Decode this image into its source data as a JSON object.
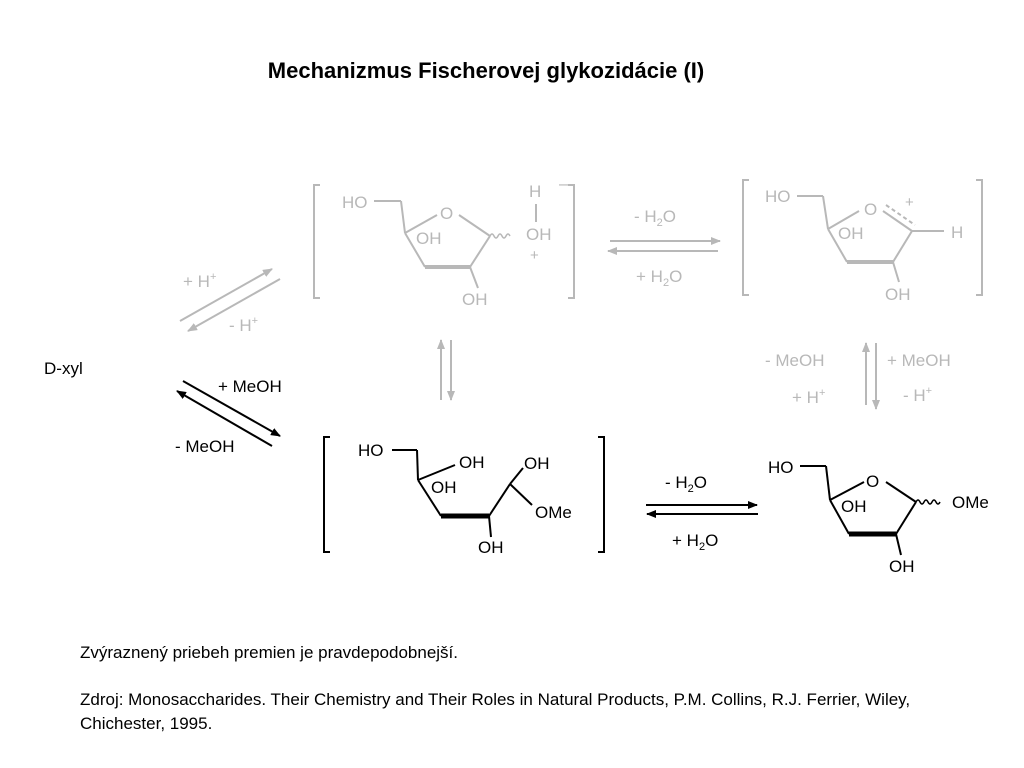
{
  "title": "Mechanizmus Fischerovej glykozidácie (I)",
  "colors": {
    "active": "#000000",
    "faded": "#b8b8b8"
  },
  "start_label": "D-xyl",
  "oxocarbenium_furanose": {
    "hydroxymethyl_label": "HO",
    "ring_o_label": "O",
    "oh_2": "OH",
    "oh_3": "OH",
    "anomeric_h": "H",
    "anomeric_oh": "OH",
    "charge": "+"
  },
  "oxocarbenium_ion": {
    "hydroxymethyl_label": "HO",
    "ring_o_label": "O",
    "oh_2": "OH",
    "oh_3": "OH",
    "anomeric_h": "H",
    "charge": "+"
  },
  "acyclic_hemiacetal": {
    "ch2oh_label": "HO",
    "oh_c5": "OH",
    "oh_c4": "OH",
    "oh_c3": "OH",
    "oh_c2": "OH",
    "ome": "OMe"
  },
  "methyl_furanoside": {
    "hydroxymethyl_label": "HO",
    "ring_o_label": "O",
    "oh_2": "OH",
    "oh_3": "OH",
    "ome": "OMe"
  },
  "conditions": {
    "plus_h": "+ H",
    "minus_h": "- H",
    "plus_meoh": "+ MeOH",
    "minus_meoh": "- MeOH",
    "minus_h2o": "- H",
    "plus_h2o": "+ H",
    "h2o_o": "O",
    "sub_2": "2",
    "sup_plus": "+"
  },
  "footnote": "Zvýraznený priebeh premien je pravdepodobnejší.",
  "source": "Zdroj: Monosaccharides. Their Chemistry and Their Roles in Natural Products, P.M. Collins, R.J. Ferrier, Wiley, Chichester, 1995."
}
